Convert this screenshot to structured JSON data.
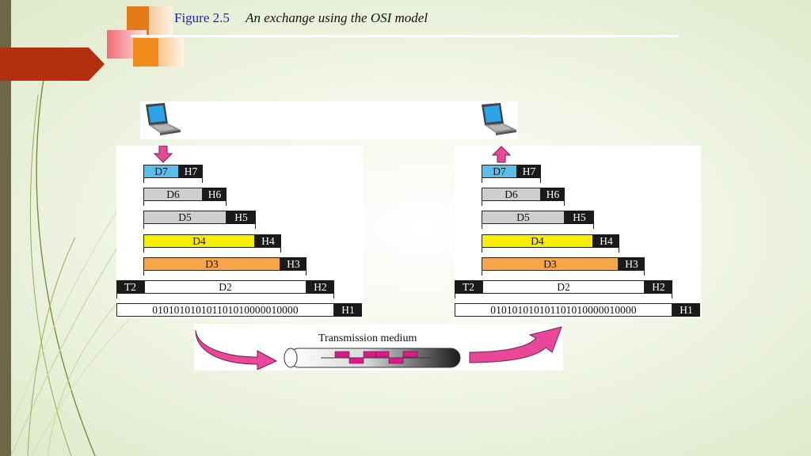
{
  "figure": {
    "number": "Figure 2.5",
    "caption": "An exchange using the OSI model"
  },
  "colors": {
    "d7": "#5bbde8",
    "gray": "#cfcfcf",
    "yellow": "#f7ee00",
    "orange": "#f5a64a",
    "header": "#1a1a1a",
    "arrow_pink": "#e8479a"
  },
  "layers": [
    {
      "data": "D7",
      "header": "H7"
    },
    {
      "data": "D6",
      "header": "H6"
    },
    {
      "data": "D5",
      "header": "H5"
    },
    {
      "data": "D4",
      "header": "H4"
    },
    {
      "data": "D3",
      "header": "H3"
    },
    {
      "data": "D2",
      "header": "H2",
      "trailer": "T2"
    },
    {
      "data": "010101010101101010000010000",
      "header": "H1"
    }
  ],
  "medium": {
    "label": "Transmission medium"
  },
  "icons": {
    "sender": "laptop-icon",
    "receiver": "laptop-icon"
  }
}
